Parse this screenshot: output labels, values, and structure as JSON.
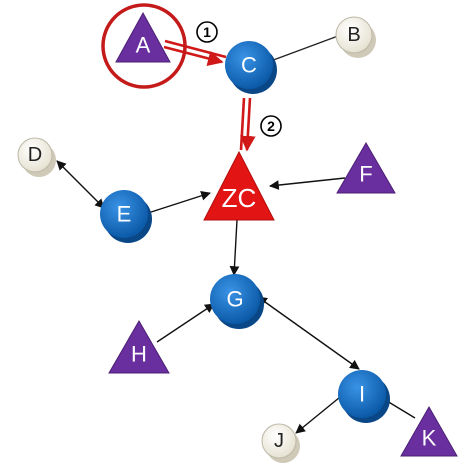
{
  "nodes": {
    "A": {
      "label": "A",
      "kind": "triangle",
      "color": "#6a2f9e"
    },
    "B": {
      "label": "B",
      "kind": "white-circle",
      "color": "#f2f0e6"
    },
    "C": {
      "label": "C",
      "kind": "blue-circle",
      "color": "#1570c8"
    },
    "D": {
      "label": "D",
      "kind": "white-circle",
      "color": "#f2f0e6"
    },
    "E": {
      "label": "E",
      "kind": "blue-circle",
      "color": "#1570c8"
    },
    "F": {
      "label": "F",
      "kind": "triangle",
      "color": "#6a2f9e"
    },
    "ZC": {
      "label": "ZC",
      "kind": "red-triangle",
      "color": "#e31414"
    },
    "G": {
      "label": "G",
      "kind": "blue-circle",
      "color": "#1570c8"
    },
    "H": {
      "label": "H",
      "kind": "triangle",
      "color": "#6a2f9e"
    },
    "I": {
      "label": "I",
      "kind": "blue-circle",
      "color": "#1570c8"
    },
    "J": {
      "label": "J",
      "kind": "white-circle",
      "color": "#f2f0e6"
    },
    "K": {
      "label": "K",
      "kind": "triangle",
      "color": "#6a2f9e"
    }
  },
  "steps": {
    "one": {
      "label": "1",
      "color": "#d01818"
    },
    "two": {
      "label": "2",
      "color": "#d01818"
    }
  },
  "highlight_color": "#c41a1a"
}
